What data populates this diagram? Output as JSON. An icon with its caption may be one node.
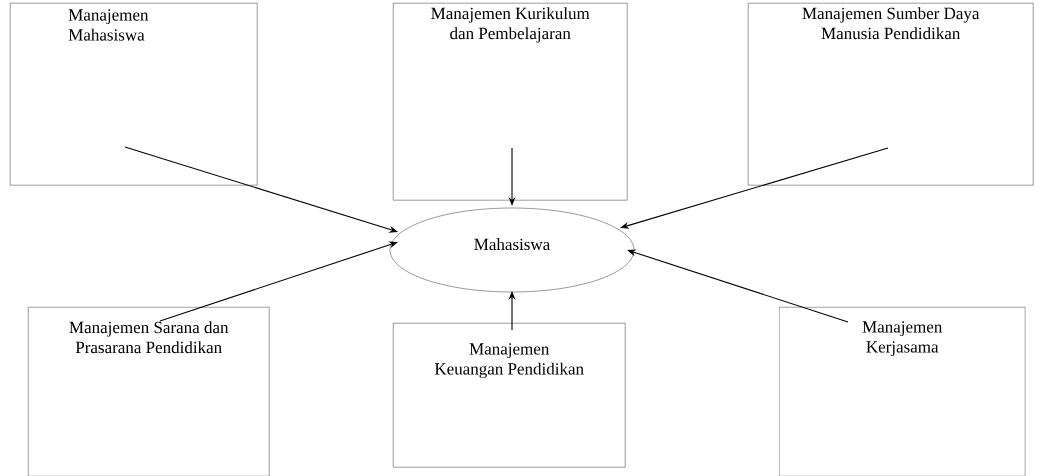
{
  "diagram": {
    "nodes": [
      {
        "text": [
          "Manajemen Mahasiswa"
        ]
      },
      {
        "text": [
          "Manajemen Kurikulum dan Pembelajaran"
        ]
      },
      {
        "text": [
          "Manajemen Sumber Daya Manusia Pendidikan"
        ]
      },
      {
        "text": [
          "Manajemen Sarana dan Prasarana Pendidikan"
        ]
      },
      {
        "text": [
          "Manajemen Keuangan Pendidikan"
        ]
      },
      {
        "text": [
          "Manajemen Kerjasama"
        ]
      },
      {
        "text": [
          "Mahasiswa"
        ]
      }
    ],
    "edges": [
      {
        "from": 0,
        "to": 6,
        "arrow": "to"
      },
      {
        "from": 1,
        "to": 6,
        "arrow": "to"
      },
      {
        "from": 2,
        "to": 6,
        "arrow": "to"
      },
      {
        "from": 3,
        "to": 6,
        "arrow": "to"
      },
      {
        "from": 4,
        "to": 6,
        "arrow": "to"
      },
      {
        "from": 5,
        "to": 6,
        "arrow": "to"
      }
    ]
  }
}
